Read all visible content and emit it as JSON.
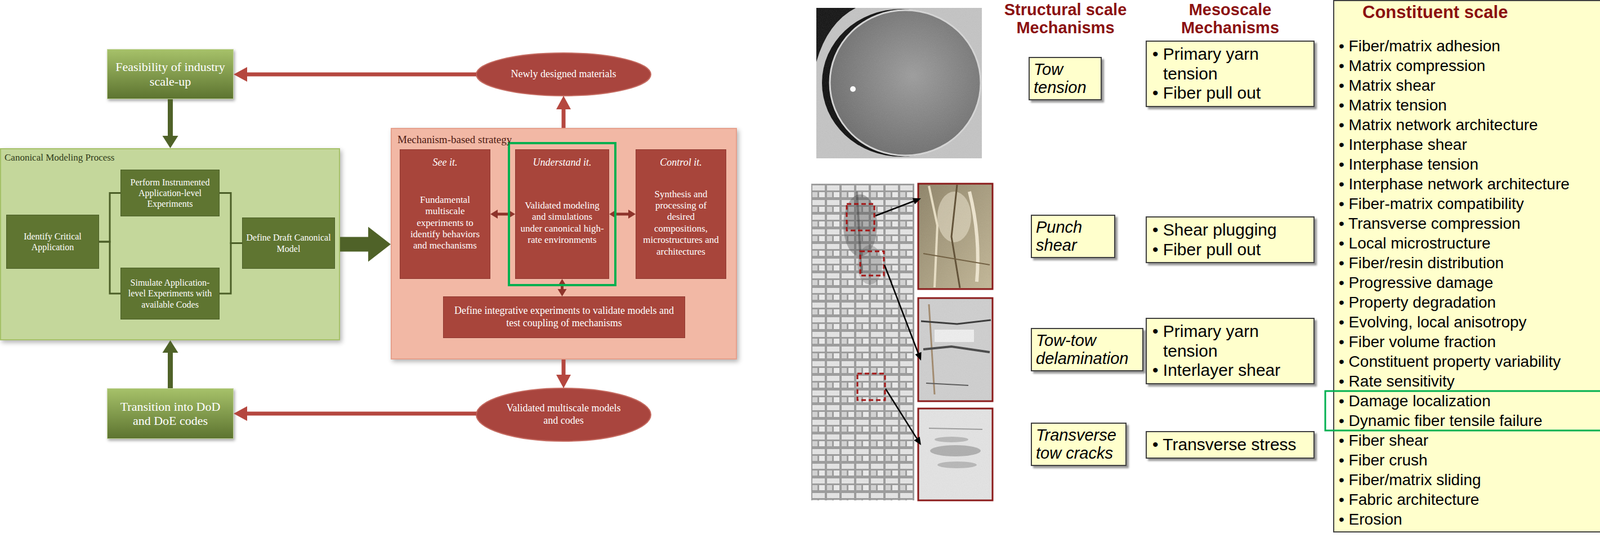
{
  "diagram": {
    "nodes": [
      {
        "text": [
          "Feasibility of industry scale-up"
        ]
      },
      {
        "text": [
          "Newly designed materials"
        ]
      },
      {
        "text": [
          "Canonical Modeling Process"
        ]
      },
      {
        "text": [
          "Identify Critical Application"
        ],
        "in": 2
      },
      {
        "text": [
          "Perform Instrumented Application-level Experiments"
        ],
        "in": 2
      },
      {
        "text": [
          "Simulate Application-level Experiments with available Codes"
        ],
        "in": 2
      },
      {
        "text": [
          "Define Draft Canonical Model"
        ],
        "in": 2
      },
      {
        "text": [
          "Mechanism-based strategy"
        ]
      },
      {
        "text": [
          "See it.",
          "Fundamental multiscale experiments to identify behaviors and mechanisms"
        ],
        "in": 7
      },
      {
        "text": [
          "Understand it.",
          "Validated modeling and simulations under canonical high-rate environments"
        ],
        "in": 7
      },
      {
        "text": [
          "Control it.",
          "Synthesis and processing of desired compositions, microstructures and architectures"
        ],
        "in": 7
      },
      {
        "text": [
          "Define integrative experiments to validate models and test coupling of mechanisms"
        ],
        "in": 7
      },
      {
        "text": [
          "Validated multiscale models and codes"
        ]
      },
      {
        "text": [
          "Transition into DoD and DoE codes"
        ]
      },
      {
        "text": [
          "Tow tension"
        ]
      },
      {
        "text": [
          "• Primary yarn tension",
          "• Fiber pull out"
        ]
      },
      {
        "text": [
          "Constituent scale",
          "• Fiber/matrix adhesion",
          "• Matrix compression",
          "• Matrix shear",
          "• Matrix tension",
          "• Matrix network architecture",
          "• Interphase shear",
          "• Interphase tension",
          "• Interphase network architecture",
          "• Fiber-matrix compatibility",
          "• Transverse compression",
          "• Local microstructure",
          "• Fiber/resin distribution",
          "• Progressive damage",
          "• Property degradation",
          "• Evolving, local anisotropy",
          "• Fiber volume fraction",
          "• Constituent property variability",
          "• Rate sensitivity",
          "• Damage localization",
          "• Dynamic fiber tensile failure",
          "• Fiber shear",
          "• Fiber crush",
          "• Fiber/matrix sliding",
          "• Fabric architecture",
          "• Erosion"
        ]
      },
      {
        "text": [
          "Punch shear"
        ]
      },
      {
        "text": [
          "• Shear plugging",
          "• Fiber pull out"
        ]
      },
      {
        "text": [
          "Tow-tow delamination"
        ]
      },
      {
        "text": [
          "• Primary yarn tension",
          "• Interlayer shear"
        ]
      },
      {
        "text": [
          "Transverse tow cracks"
        ]
      },
      {
        "text": [
          "• Transverse stress"
        ]
      }
    ],
    "edges": [
      {
        "from": 1,
        "to": 0,
        "arrow": "to"
      },
      {
        "from": 0,
        "to": 2,
        "arrow": "to"
      },
      {
        "from": 13,
        "to": 2,
        "arrow": "to"
      },
      {
        "from": 12,
        "to": 13,
        "arrow": "to"
      },
      {
        "from": 7,
        "to": 1,
        "arrow": "to"
      },
      {
        "from": 7,
        "to": 12,
        "arrow": "to"
      },
      {
        "from": 2,
        "to": 7,
        "arrow": "to"
      },
      {
        "from": 3,
        "to": 4,
        "arrow": "none"
      },
      {
        "from": 3,
        "to": 5,
        "arrow": "none"
      },
      {
        "from": 4,
        "to": 6,
        "arrow": "none"
      },
      {
        "from": 5,
        "to": 6,
        "arrow": "none"
      },
      {
        "from": 8,
        "to": 9,
        "arrow": "both"
      },
      {
        "from": 9,
        "to": 10,
        "arrow": "both"
      },
      {
        "from": 9,
        "to": 11,
        "arrow": "both"
      }
    ],
    "labels": [
      "Structural scale Mechanisms",
      "Mesoscale Mechanisms"
    ]
  }
}
